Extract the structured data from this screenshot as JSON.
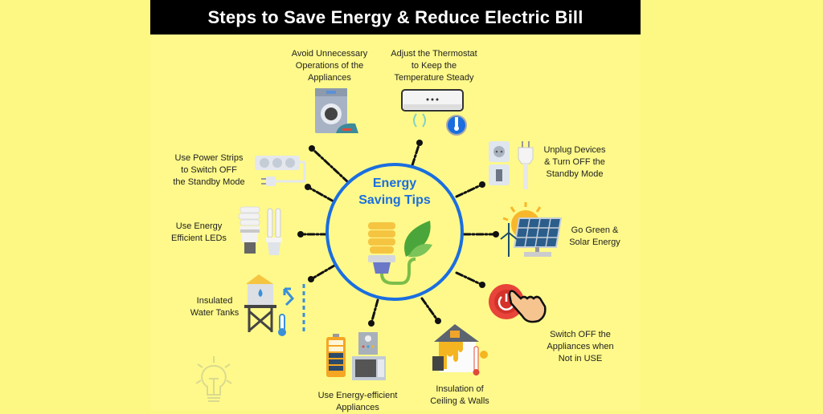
{
  "header": {
    "title": "Steps to Save Energy & Reduce Electric Bill"
  },
  "center": {
    "title_line1": "Energy",
    "title_line2": "Saving Tips",
    "icon": "cfl-bulb-leaf-icon"
  },
  "colors": {
    "background": "#fcf883",
    "panel": "#fef98a",
    "header_bg": "#000000",
    "header_text": "#ffffff",
    "accent_blue": "#1a6ee0",
    "connector": "#111111"
  },
  "tips": [
    {
      "id": "avoid-operations",
      "line1": "Avoid Unnecessary",
      "line2": "Operations of the",
      "line3": "Appliances",
      "icon": "washing-machine-iron-icon"
    },
    {
      "id": "thermostat",
      "line1": "Adjust the Thermostat",
      "line2": "to Keep the",
      "line3": "Temperature Steady",
      "icon": "air-conditioner-thermostat-icon"
    },
    {
      "id": "unplug",
      "line1": "Unplug Devices",
      "line2": "& Turn OFF the",
      "line3": "Standby Mode",
      "icon": "socket-plug-icon"
    },
    {
      "id": "solar",
      "line1": "Go Green &",
      "line2": "Solar Energy",
      "icon": "solar-panel-wind-turbine-icon"
    },
    {
      "id": "switch-off",
      "line1": "Switch OFF the",
      "line2": "Appliances when",
      "line3": "Not in USE",
      "icon": "power-button-hand-icon"
    },
    {
      "id": "insulation",
      "line1": "Insulation of",
      "line2": "Ceiling & Walls",
      "icon": "house-insulation-icon"
    },
    {
      "id": "efficient-appliances",
      "line1": "Use Energy-efficient",
      "line2": "Appliances",
      "icon": "battery-microwave-icon"
    },
    {
      "id": "water-tanks",
      "line1": "Insulated",
      "line2": "Water Tanks",
      "icon": "water-tower-thermometer-icon"
    },
    {
      "id": "leds",
      "line1": "Use Energy",
      "line2": "Efficient  LEDs",
      "icon": "cfl-bulbs-icon"
    },
    {
      "id": "power-strips",
      "line1": "Use Power Strips",
      "line2": "to Switch OFF",
      "line3": "the Standby Mode",
      "icon": "power-strip-icon"
    }
  ],
  "decor": {
    "faded_icon": "light-bulb-outline-icon"
  }
}
